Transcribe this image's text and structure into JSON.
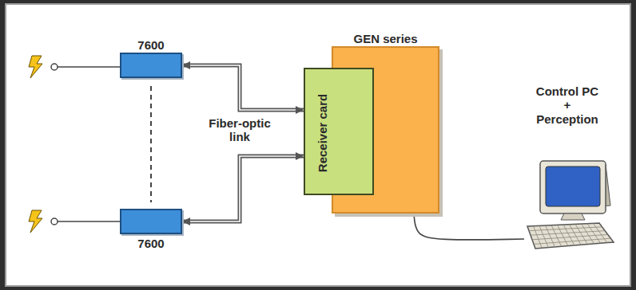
{
  "diagram": {
    "nodes": [
      {
        "text": [
          "7600"
        ]
      },
      {
        "text": [
          "7600"
        ]
      },
      {
        "text": [
          "GEN series"
        ]
      },
      {
        "text": [
          "Receiver card"
        ]
      },
      {
        "text": [
          "Control PC + Perception"
        ]
      }
    ],
    "edges": [
      {
        "from": 0,
        "to": 3,
        "arrow": "both"
      },
      {
        "from": 1,
        "to": 3,
        "arrow": "both"
      },
      {
        "from": 2,
        "to": 4,
        "arrow": "none"
      }
    ],
    "labels": [
      "Fiber-optic link"
    ]
  }
}
